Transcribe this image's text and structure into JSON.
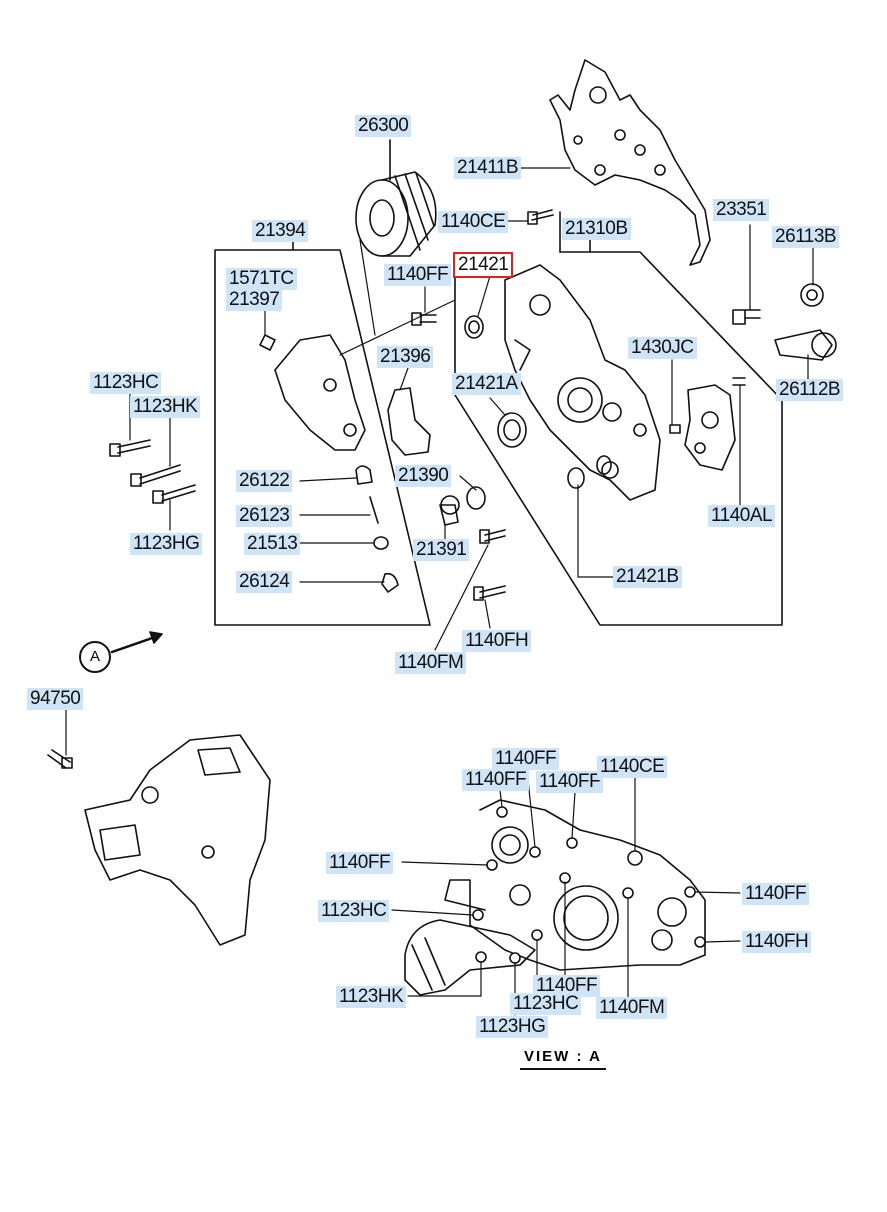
{
  "labels": {
    "p26300": "26300",
    "p21411B": "21411B",
    "p21394": "21394",
    "p1140CE_top": "1140CE",
    "p21310B": "21310B",
    "p23351": "23351",
    "p26113B": "26113B",
    "p1571TC": "1571TC",
    "p21397": "21397",
    "p1140FF_top": "1140FF",
    "p21421": "21421",
    "p21396": "21396",
    "p1430JC": "1430JC",
    "p26112B": "26112B",
    "p1123HC_left": "1123HC",
    "p1123HK_left": "1123HK",
    "p21421A": "21421A",
    "p26122": "26122",
    "p21390": "21390",
    "p26123": "26123",
    "p1140AL": "1140AL",
    "p21513": "21513",
    "p21391": "21391",
    "p1123HG_left": "1123HG",
    "p21421B": "21421B",
    "p26124": "26124",
    "p1140FH_mid": "1140FH",
    "p1140FM_mid": "1140FM",
    "p94750": "94750",
    "v1140FF_a": "1140FF",
    "v1140FF_b": "1140FF",
    "v1140FF_c": "1140FF",
    "v1140CE": "1140CE",
    "v1140FF_d": "1140FF",
    "v1140FF_e": "1140FF",
    "v1123HC_a": "1123HC",
    "v1140FH": "1140FH",
    "v1140FF_f": "1140FF",
    "v1123HK": "1123HK",
    "v1123HC_b": "1123HC",
    "v1140FM": "1140FM",
    "v1123HG": "1123HG"
  },
  "callout_a": "A",
  "view_title": "VIEW : A",
  "selected_part": "21421",
  "colors": {
    "label_bg": "#cfe4f6",
    "highlight": "#e02020",
    "ink": "#111111"
  }
}
